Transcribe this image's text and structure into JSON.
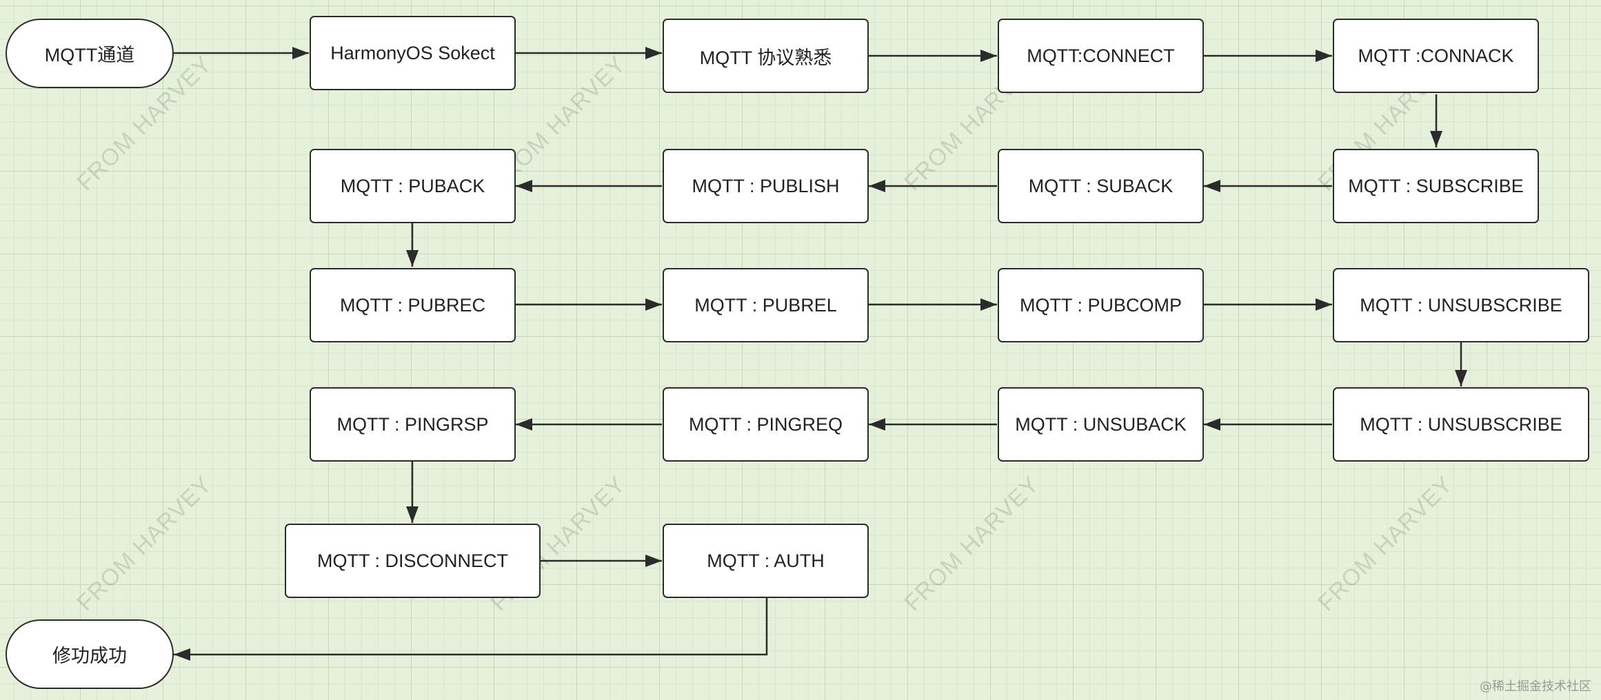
{
  "diagram": {
    "watermark_text": "FROM HARVEY",
    "footer": "@稀土掘金技术社区",
    "line_color": "#2b2b2b",
    "node_fill": "#ffffff",
    "background_color": "#e6f1db",
    "nodes": [
      {
        "id": "n0",
        "label": "MQTT通道",
        "shape": "terminal"
      },
      {
        "id": "n1",
        "label": "HarmonyOS Sokect",
        "shape": "process"
      },
      {
        "id": "n2",
        "label": "MQTT 协议熟悉",
        "shape": "process"
      },
      {
        "id": "n3",
        "label": "MQTT:CONNECT",
        "shape": "process"
      },
      {
        "id": "n4",
        "label": "MQTT :CONNACK",
        "shape": "process"
      },
      {
        "id": "n5",
        "label": "MQTT : SUBSCRIBE",
        "shape": "process"
      },
      {
        "id": "n6",
        "label": "MQTT : SUBACK",
        "shape": "process"
      },
      {
        "id": "n7",
        "label": "MQTT : PUBLISH",
        "shape": "process"
      },
      {
        "id": "n8",
        "label": "MQTT : PUBACK",
        "shape": "process"
      },
      {
        "id": "n9",
        "label": "MQTT : PUBREC",
        "shape": "process"
      },
      {
        "id": "n10",
        "label": "MQTT : PUBREL",
        "shape": "process"
      },
      {
        "id": "n11",
        "label": "MQTT : PUBCOMP",
        "shape": "process"
      },
      {
        "id": "n12",
        "label": "MQTT : UNSUBSCRIBE",
        "shape": "process"
      },
      {
        "id": "n13",
        "label": "MQTT : UNSUBSCRIBE",
        "shape": "process"
      },
      {
        "id": "n14",
        "label": "MQTT : UNSUBACK",
        "shape": "process"
      },
      {
        "id": "n15",
        "label": "MQTT : PINGREQ",
        "shape": "process"
      },
      {
        "id": "n16",
        "label": "MQTT : PINGRSP",
        "shape": "process"
      },
      {
        "id": "n17",
        "label": "MQTT : DISCONNECT",
        "shape": "process"
      },
      {
        "id": "n18",
        "label": "MQTT : AUTH",
        "shape": "process"
      },
      {
        "id": "n19",
        "label": "修功成功",
        "shape": "terminal"
      }
    ],
    "edges": [
      {
        "from": "n0",
        "to": "n1"
      },
      {
        "from": "n1",
        "to": "n2"
      },
      {
        "from": "n2",
        "to": "n3"
      },
      {
        "from": "n3",
        "to": "n4"
      },
      {
        "from": "n4",
        "to": "n5"
      },
      {
        "from": "n5",
        "to": "n6"
      },
      {
        "from": "n6",
        "to": "n7"
      },
      {
        "from": "n7",
        "to": "n8"
      },
      {
        "from": "n8",
        "to": "n9"
      },
      {
        "from": "n9",
        "to": "n10"
      },
      {
        "from": "n10",
        "to": "n11"
      },
      {
        "from": "n11",
        "to": "n12"
      },
      {
        "from": "n12",
        "to": "n13"
      },
      {
        "from": "n13",
        "to": "n14"
      },
      {
        "from": "n14",
        "to": "n15"
      },
      {
        "from": "n15",
        "to": "n16"
      },
      {
        "from": "n16",
        "to": "n17"
      },
      {
        "from": "n17",
        "to": "n18"
      },
      {
        "from": "n18",
        "to": "n19"
      }
    ]
  }
}
